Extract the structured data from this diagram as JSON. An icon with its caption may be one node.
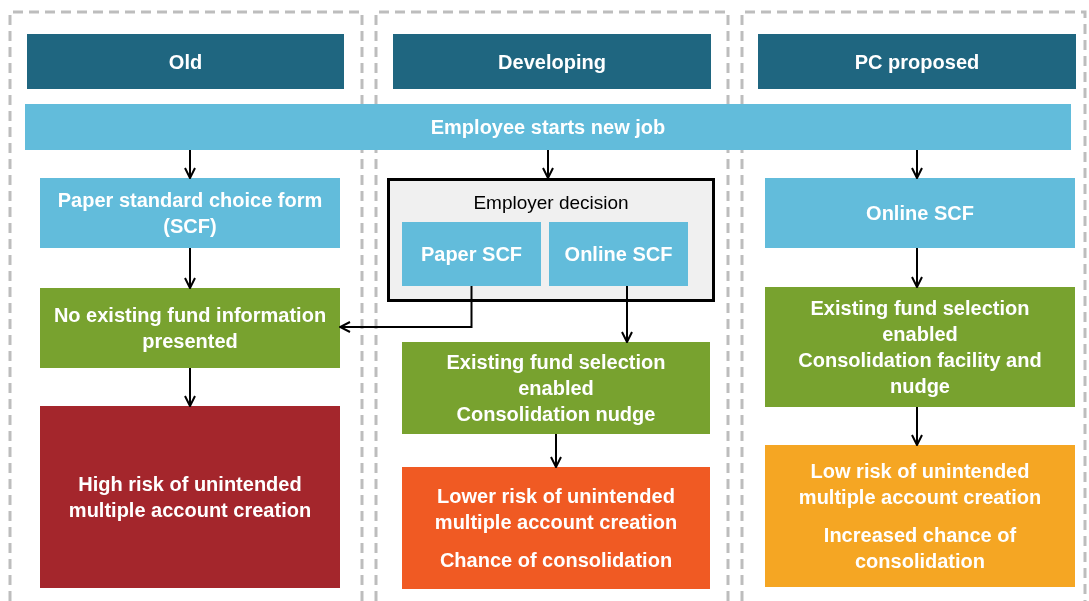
{
  "diagram": {
    "nodes": [
      {
        "text": [
          "Old"
        ]
      },
      {
        "text": [
          "Developing"
        ]
      },
      {
        "text": [
          "PC proposed"
        ]
      },
      {
        "text": [
          "Employee starts new job"
        ]
      },
      {
        "text": [
          "Paper standard choice form (SCF)"
        ]
      },
      {
        "text": [
          "Employer decision"
        ]
      },
      {
        "text": [
          "Paper SCF"
        ],
        "in": 5
      },
      {
        "text": [
          "Online SCF"
        ],
        "in": 5
      },
      {
        "text": [
          "Online SCF"
        ]
      },
      {
        "text": [
          "No existing fund information presented"
        ]
      },
      {
        "text": [
          "Existing fund selection enabled",
          "Consolidation nudge"
        ]
      },
      {
        "text": [
          "Existing fund selection enabled",
          "Consolidation facility and nudge"
        ]
      },
      {
        "text": [
          "High risk of unintended multiple account creation"
        ]
      },
      {
        "text": [
          "Lower risk of unintended multiple account creation",
          "Chance of consolidation"
        ]
      },
      {
        "text": [
          "Low risk of unintended multiple account creation",
          "Increased chance of consolidation"
        ]
      }
    ],
    "edges": [
      {
        "from": 3,
        "to": 4,
        "arrow": "to"
      },
      {
        "from": 3,
        "to": 5,
        "arrow": "to"
      },
      {
        "from": 3,
        "to": 8,
        "arrow": "to"
      },
      {
        "from": 4,
        "to": 9,
        "arrow": "to"
      },
      {
        "from": 6,
        "to": 9,
        "arrow": "to"
      },
      {
        "from": 7,
        "to": 10,
        "arrow": "to"
      },
      {
        "from": 8,
        "to": 11,
        "arrow": "to"
      },
      {
        "from": 9,
        "to": 12,
        "arrow": "to"
      },
      {
        "from": 10,
        "to": 13,
        "arrow": "to"
      },
      {
        "from": 11,
        "to": 14,
        "arrow": "to"
      }
    ]
  }
}
